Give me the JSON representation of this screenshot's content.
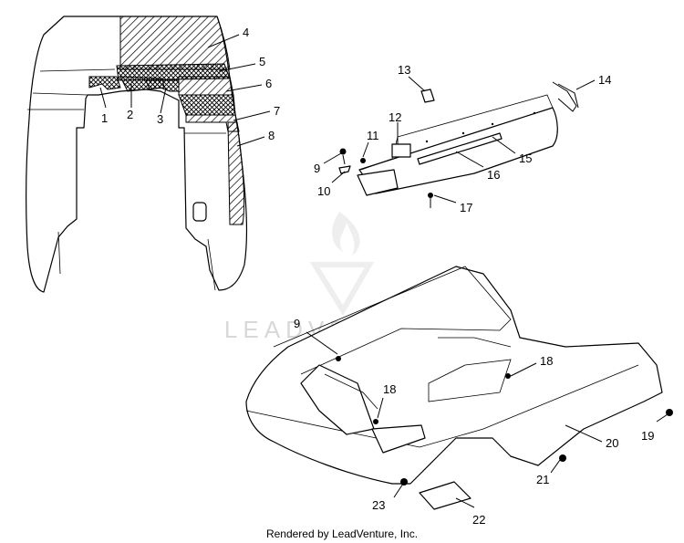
{
  "callouts": {
    "c1": "1",
    "c2": "2",
    "c3": "3",
    "c4": "4",
    "c5": "5",
    "c6": "6",
    "c7": "7",
    "c8": "8",
    "c9a": "9",
    "c10": "10",
    "c11": "11",
    "c12": "12",
    "c13": "13",
    "c14": "14",
    "c15": "15",
    "c16": "16",
    "c17": "17",
    "c9b": "9",
    "c18a": "18",
    "c18b": "18",
    "c19": "19",
    "c20": "20",
    "c21": "21",
    "c22": "22",
    "c23": "23"
  },
  "watermark": {
    "brand": "LEADVENTURE"
  },
  "footer": {
    "text": "Rendered by LeadVenture, Inc."
  }
}
